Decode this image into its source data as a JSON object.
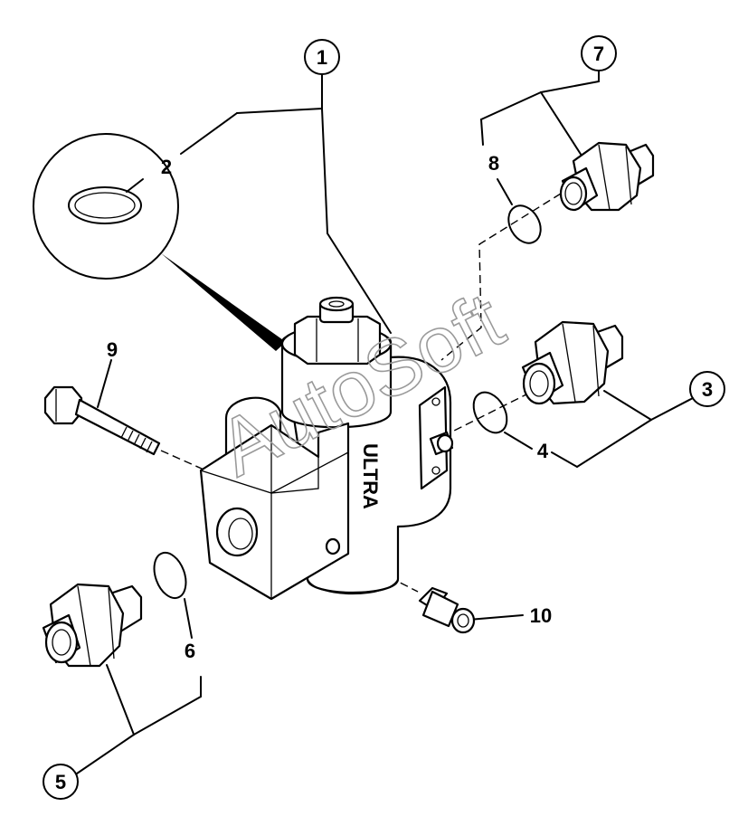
{
  "diagram": {
    "callouts": [
      "1",
      "2",
      "3",
      "4",
      "5",
      "6",
      "7",
      "8",
      "9",
      "10"
    ],
    "body_marking": "ULTRA",
    "watermark": "AutoSoft"
  }
}
